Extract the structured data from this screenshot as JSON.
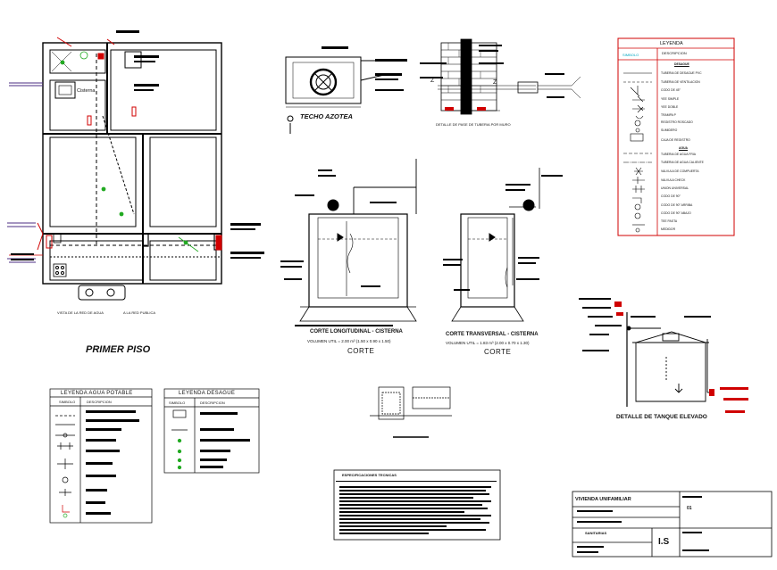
{
  "plan": {
    "title": "PRIMER PISO",
    "cisterna_label": "Cisterna",
    "vista_1": "VISTA DE LA RED DE AGUA",
    "vista_2": "A LA RED PUBLICA"
  },
  "techo": {
    "title": "TECHO AZOTEA"
  },
  "detalle_pase": {
    "title": "DETALLE DE PASE DE TUBERIA POR MURO"
  },
  "cortes": {
    "longitudinal_title": "CORTE LONGITUDINAL - CISTERNA",
    "longitudinal_vol": "VOLUMEN UTIL = 2.00 m³ (1.50 x 0.90 x 1.50)",
    "transversal_title": "CORTE TRANSVERSAL - CISTERNA",
    "transversal_vol": "VOLUMEN UTIL = 1.83 m³ (2.00 x 0.70 x 1.30)",
    "label_1": "CORTE",
    "label_2": "CORTE"
  },
  "leyenda_main": {
    "title": "LEYENDA",
    "col_simbolo": "SIMBOLO",
    "col_descripcion": "DESCRIPCION",
    "desague_header": "DESAGUE",
    "agua_header": "AGUA",
    "desague_items": [
      "TUBERIA DE DESAGUE PVC",
      "TUBERIA DE VENTILACION",
      "CODO DE 45°",
      "YEE SIMPLE",
      "YEE DOBLE",
      "TRAMPA P",
      "REGISTRO ROSCADO",
      "SUMIDERO",
      "CAJA DE REGISTRO"
    ],
    "agua_items": [
      "TUBERIA DE AGUA FRIA",
      "TUBERIA DE AGUA CALIENTE",
      "VALVULA DE COMPUERTA",
      "VALVULA CHECK",
      "UNION UNIVERSAL",
      "CODO DE 90°",
      "CODO DE 90° ARRIBA",
      "CODO DE 90° ABAJO",
      "TEE PASTA",
      "MEDIDOR"
    ]
  },
  "leyenda_agua": {
    "title": "LEYENDA AGUA POTABLE",
    "col_simbolo": "SIMBOLO",
    "col_descripcion": "DESCRIPCION"
  },
  "leyenda_desague": {
    "title": "LEYENDA DESAGUE",
    "col_simbolo": "SIMBOLO",
    "col_descripcion": "DESCRIPCION"
  },
  "tanque": {
    "title": "DETALLE DE TANQUE ELEVADO"
  },
  "especificaciones": {
    "title": "ESPECIFICACIONES TECNICAS"
  },
  "titleblock": {
    "project": "VIVIENDA UNIFAMILIAR",
    "number": "01",
    "specialty": "SANITARIAS",
    "code": "I.S"
  },
  "colors": {
    "line": "#000000",
    "accent_red": "#d00000",
    "accent_green": "#22aa22",
    "accent_purple": "#4b2e83",
    "accent_cyan": "#00a6c0"
  }
}
